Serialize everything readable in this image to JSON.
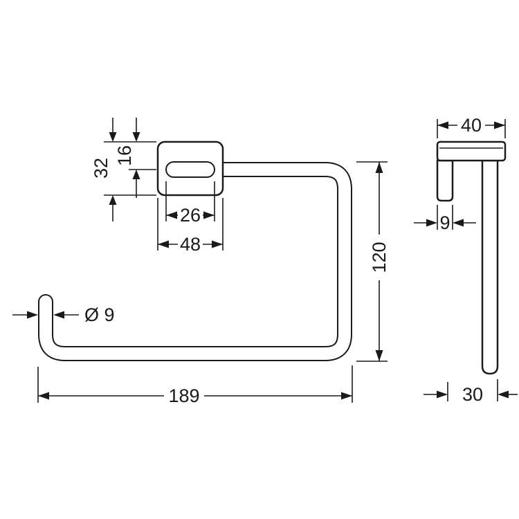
{
  "drawing": {
    "type": "technical-dimension-drawing",
    "views": {
      "front": "towel ring front view",
      "side": "towel ring side profile view"
    },
    "dimensions": {
      "front": {
        "width": "189",
        "height": "120",
        "block_height": "32",
        "bar_offset": "16",
        "inner_width": "26",
        "block_width": "48",
        "tube_diameter": "Ø 9"
      },
      "side": {
        "depth": "40",
        "plate_thickness": "9",
        "bottom_offset": "30"
      }
    },
    "colors": {
      "line": "#1a1a1a",
      "background": "#ffffff"
    }
  }
}
